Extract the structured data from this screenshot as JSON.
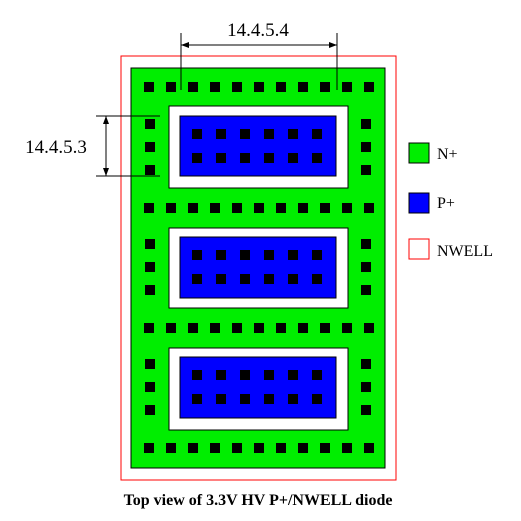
{
  "dimensions": {
    "top_label": "14.4.5.4",
    "left_label": "14.4.5.3"
  },
  "legend": {
    "items": [
      {
        "label": "N+",
        "color": "#00ee00"
      },
      {
        "label": "P+",
        "color": "#0000ff"
      },
      {
        "label": "NWELL",
        "color": "#ff0000"
      }
    ]
  },
  "caption": "Top view of 3.3V HV P+/NWELL diode",
  "colors": {
    "n_plus": "#00ee00",
    "p_plus": "#0000ff",
    "nwell": "#ff0000",
    "contact": "#000000"
  }
}
